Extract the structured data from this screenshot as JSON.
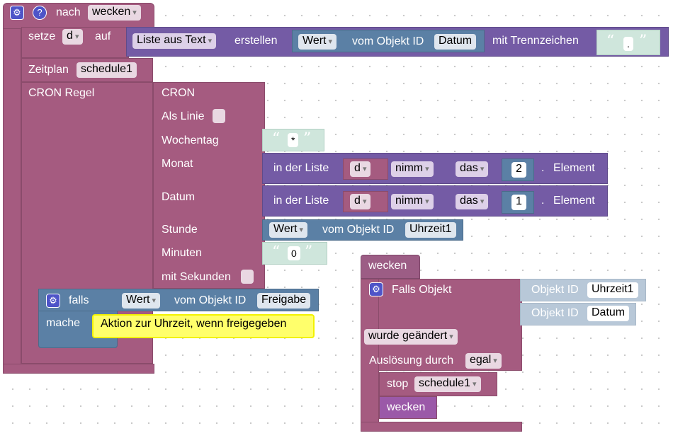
{
  "trigger": {
    "label_nach": "nach",
    "value": "wecken"
  },
  "set_var": {
    "label": "setze",
    "var": "d",
    "label_auf": "auf"
  },
  "split": {
    "list_label": "Liste aus Text",
    "create": "erstellen",
    "value": "Wert",
    "from_obj": "vom Objekt ID",
    "obj_id": "Datum",
    "sep_label": "mit Trennzeichen",
    "separator": "."
  },
  "schedule": {
    "label": "Zeitplan",
    "name": "schedule1"
  },
  "cron": {
    "rule_label": "CRON Regel",
    "header": "CRON",
    "as_line": "Als Linie",
    "weekday": "Wochentag",
    "weekday_value": "*",
    "month": "Monat",
    "date": "Datum",
    "hour": "Stunde",
    "minutes": "Minuten",
    "minutes_value": "0",
    "with_seconds": "mit Sekunden"
  },
  "list_get_month": {
    "in_list": "in der Liste",
    "var": "d",
    "op": "nimm",
    "pos": "das",
    "index": "2",
    "dot": ".",
    "element": "Element"
  },
  "list_get_date": {
    "in_list": "in der Liste",
    "var": "d",
    "op": "nimm",
    "pos": "das",
    "index": "1",
    "dot": ".",
    "element": "Element"
  },
  "hour_value": {
    "value": "Wert",
    "from_obj": "vom Objekt ID",
    "obj_id": "Uhrzeit1"
  },
  "if_block": {
    "label": "falls",
    "value": "Wert",
    "from_obj": "vom Objekt ID",
    "obj_id": "Freigabe",
    "then": "mache",
    "comment": "Aktion zur Uhrzeit, wenn freigegeben"
  },
  "event": {
    "title": "wecken",
    "falls_objekt": "Falls Objekt",
    "obj_label": "Objekt ID",
    "obj1": "Uhrzeit1",
    "obj2": "Datum",
    "changed": "wurde geändert",
    "trigger_label": "Auslösung durch",
    "trigger_value": "egal",
    "stop_label": "stop",
    "stop_value": "schedule1",
    "call": "wecken"
  },
  "colors": {
    "procedure": "#a55b80",
    "list": "#745ba5",
    "value": "#5b80a5",
    "text": "#cfe6dc",
    "comment": "#ffff6b",
    "gear": "#4e54c8"
  }
}
